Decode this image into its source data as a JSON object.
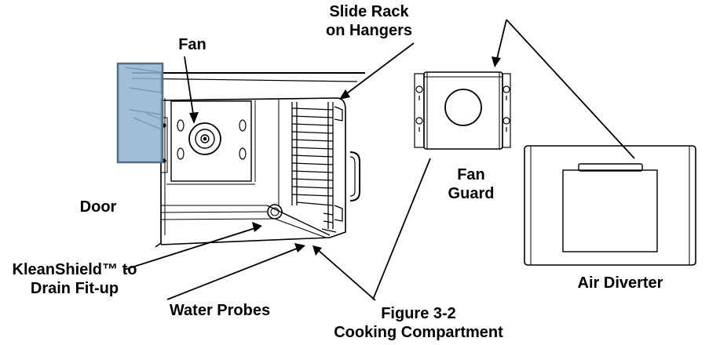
{
  "figure": {
    "number": "Figure 3-2",
    "caption": "Cooking Compartment"
  },
  "labels": {
    "slide_rack": [
      "Slide Rack",
      "on Hangers"
    ],
    "fan": "Fan",
    "door": "Door",
    "fan_guard": [
      "Fan",
      "Guard"
    ],
    "kleanshield": [
      "KleanShield™ to",
      "Drain Fit-up"
    ],
    "water_probes": "Water Probes",
    "air_diverter": "Air Diverter"
  },
  "colors": {
    "line": "#000000",
    "panel_fill": "#8fb3cf",
    "panel_stroke": "#4f6f86",
    "background": "#ffffff"
  }
}
